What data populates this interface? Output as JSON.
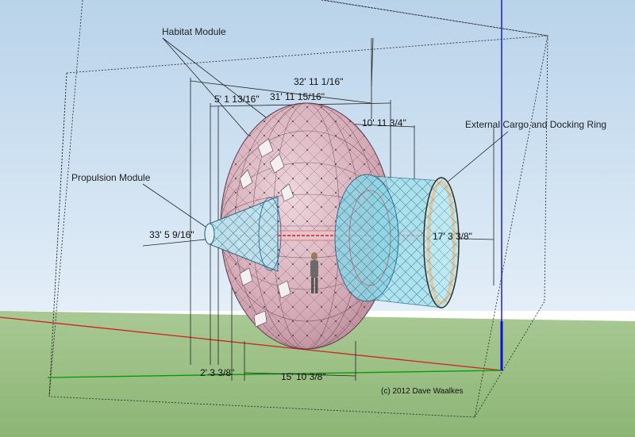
{
  "labels": {
    "habitat": "Habitat Module",
    "propulsion": "Propulsion Module",
    "cargo": "External Cargo and Docking Ring"
  },
  "dimensions": {
    "d1": "32' 11 1/16\"",
    "d2": "31' 11 15/16\"",
    "d3": "5' 1 13/16\"",
    "d4": "10' 11 3/4\"",
    "d5": "33' 5 9/16\"",
    "d6": "17' 3 3/8\"",
    "d7": "2' 3 3/8\"",
    "d8": "15' 10 3/8\""
  },
  "copyright": "(c) 2012 Dave Waalkes",
  "colors": {
    "sky": "#cfe2f3",
    "ground": "#9bbf84",
    "habitat_fill": "#d7aeb8",
    "cargo_fill": "#9fe0ea",
    "axis_red": "#d12020",
    "axis_green": "#00a000",
    "axis_blue": "#1010d0"
  }
}
